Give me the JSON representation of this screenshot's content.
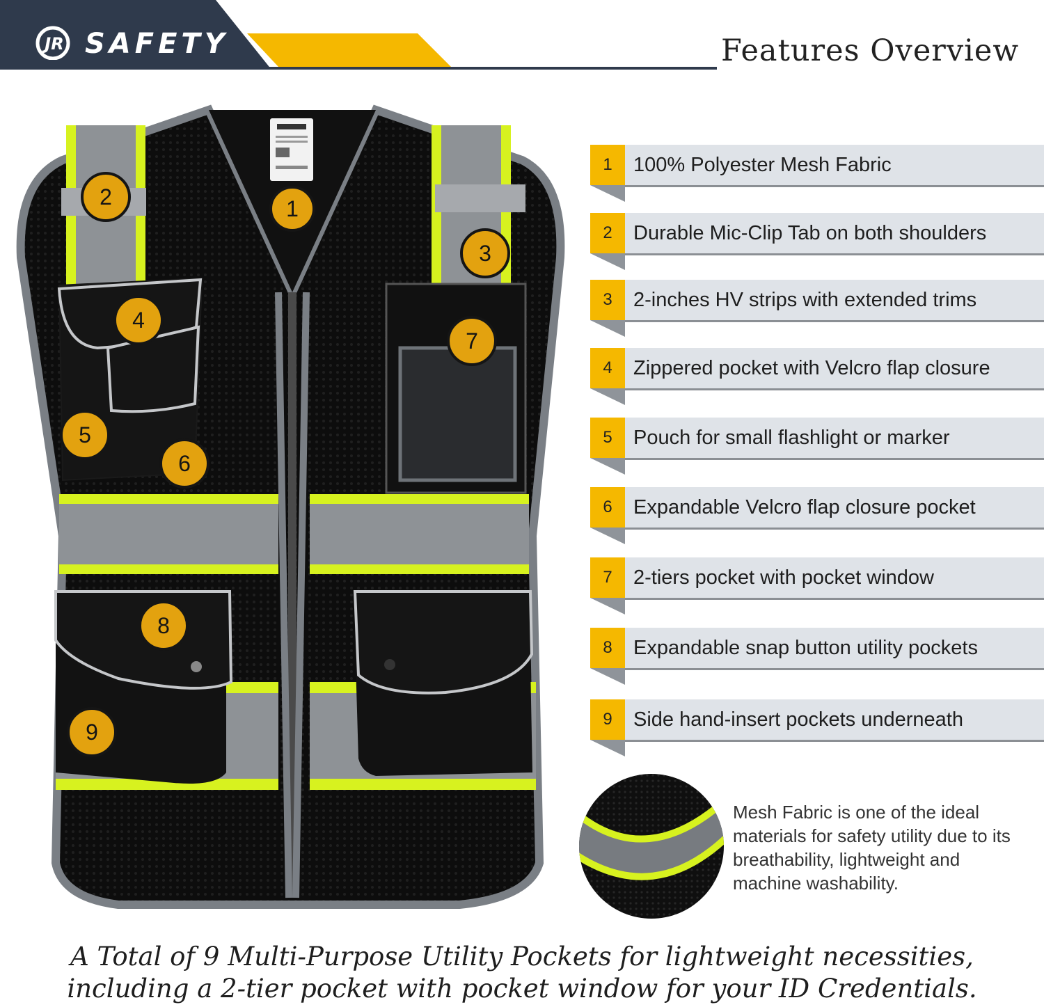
{
  "brand": {
    "logo_text": "SAFETY",
    "logo_mark": "JR",
    "colors": {
      "navy": "#2f3a4c",
      "accent": "#f5b800",
      "hv_yellow": "#d7f21f",
      "reflective_gray": "#8e9296"
    }
  },
  "header": {
    "title": "Features Overview"
  },
  "features": [
    {
      "number": "1",
      "label": "100% Polyester Mesh Fabric"
    },
    {
      "number": "2",
      "label": "Durable Mic-Clip Tab on both shoulders"
    },
    {
      "number": "3",
      "label": "2-inches HV strips with extended trims"
    },
    {
      "number": "4",
      "label": "Zippered pocket with Velcro flap closure"
    },
    {
      "number": "5",
      "label": "Pouch for small flashlight or marker"
    },
    {
      "number": "6",
      "label": "Expandable Velcro flap closure pocket"
    },
    {
      "number": "7",
      "label": "2-tiers pocket with pocket window"
    },
    {
      "number": "8",
      "label": "Expandable snap button utility pockets"
    },
    {
      "number": "9",
      "label": "Side hand-insert pockets underneath"
    }
  ],
  "mesh_note": "Mesh Fabric is one of the ideal materials for safety utility due to its breathability, lightweight and machine washability.",
  "footer": {
    "line1": "A Total of 9 Multi-Purpose Utility Pockets for lightweight necessities,",
    "line2": "including a 2-tier pocket with pocket window for your ID Credentials."
  },
  "vest_callouts": [
    "1",
    "2",
    "3",
    "4",
    "5",
    "6",
    "7",
    "8",
    "9"
  ]
}
